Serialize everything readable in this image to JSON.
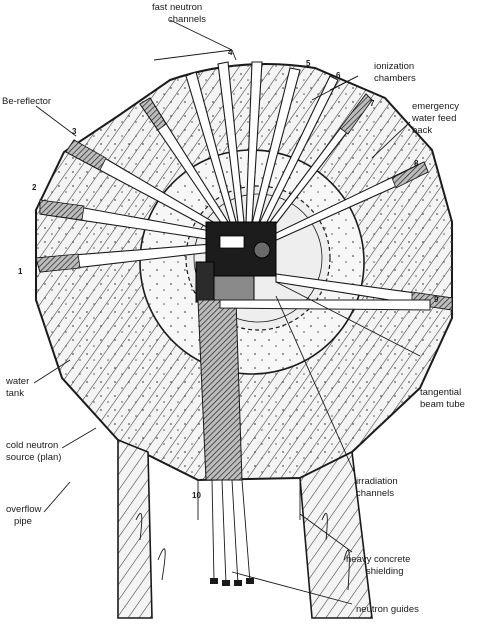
{
  "labels": {
    "fast_neutron_channels_l1": "fast neutron",
    "fast_neutron_channels_l2": "channels",
    "ionization_chambers_l1": "ionization",
    "ionization_chambers_l2": "chambers",
    "emergency_l1": "emergency",
    "emergency_l2": "water feed",
    "emergency_l3": "back",
    "be_reflector": "Be-reflector",
    "water_tank_l1": "water",
    "water_tank_l2": "tank",
    "cold_source_l1": "cold neutron",
    "cold_source_l2": "source (plan)",
    "overflow_l1": "overflow",
    "overflow_l2": "pipe",
    "tangential_l1": "tangential",
    "tangential_l2": "beam tube",
    "irradiation_l1": "irradiation",
    "irradiation_l2": "channels",
    "heavy_concrete_l1": "heavy concrete",
    "heavy_concrete_l2": "shielding",
    "neutron_guides": "neutron guides"
  },
  "channel_numbers": [
    "1",
    "2",
    "3",
    "4",
    "5",
    "6",
    "7",
    "8",
    "9",
    "10"
  ]
}
